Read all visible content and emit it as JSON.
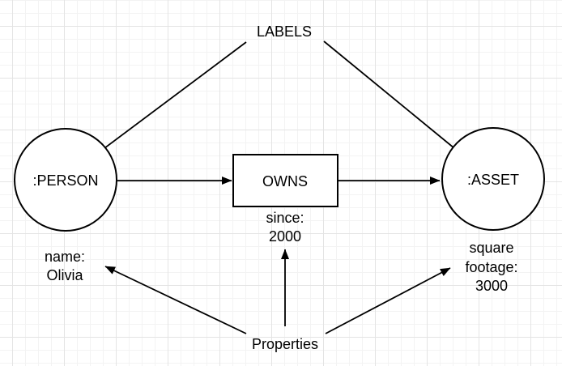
{
  "diagram": {
    "labels_annotation": "LABELS",
    "properties_annotation": "Properties",
    "person": {
      "label": ":PERSON",
      "property_key": "name:",
      "property_value": "Olivia"
    },
    "owns": {
      "label": "OWNS",
      "property_key": "since:",
      "property_value": "2000"
    },
    "asset": {
      "label": ":ASSET",
      "property_key_line1": "square",
      "property_key_line2": "footage:",
      "property_value": "3000"
    },
    "colors": {
      "node_fill": "#ffffff",
      "stroke": "#000000",
      "background": "#ffffff",
      "grid_minor": "#f3f3f3",
      "grid_major": "#e4e4e4"
    }
  }
}
